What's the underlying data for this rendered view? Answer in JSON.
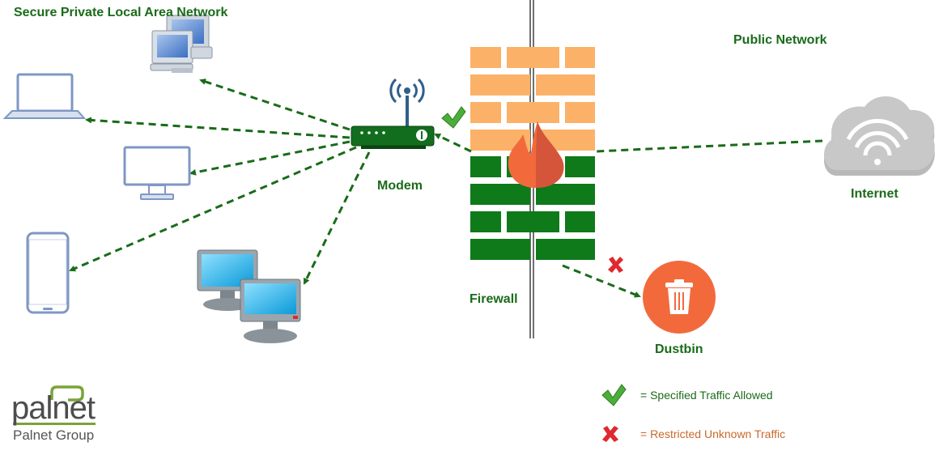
{
  "labels": {
    "lan_title": "Secure Private Local Area Network",
    "public_title": "Public Network",
    "modem": "Modem",
    "internet": "Internet",
    "firewall": "Firewall",
    "dustbin": "Dustbin"
  },
  "legend": {
    "allowed": "= Specified Traffic Allowed",
    "restricted": "= Restricted Unknown Traffic"
  },
  "logo": {
    "name": "palnet",
    "group": "Palnet Group"
  },
  "colors": {
    "link": "#1a6b1a",
    "label": "#1a6b1a",
    "brick_orange": "#fbb168",
    "brick_green": "#0e7a1a",
    "flame": "#f26a3c",
    "cloud": "#c8c8c8",
    "dustbin": "#f26a3c",
    "check": "#4cae3a",
    "cross": "#e0282f",
    "restricted_text": "#c8692a"
  },
  "icons": [
    "desktop-cluster-icon",
    "laptop-icon",
    "monitor-icon",
    "smartphone-icon",
    "workstations-icon",
    "modem-icon",
    "firewall-icon",
    "flame-icon",
    "cloud-wifi-icon",
    "dustbin-icon",
    "check-icon",
    "cross-icon"
  ]
}
